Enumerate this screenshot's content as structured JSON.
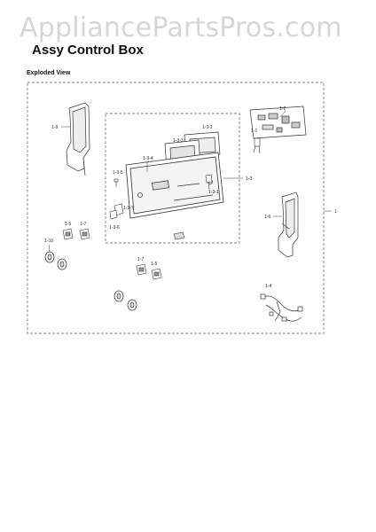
{
  "watermark": "AppliancePartsPros.com",
  "title": "Assy Control Box",
  "subtitle": "Exploded View",
  "callouts": {
    "c1": "1",
    "c1_1": "1-1",
    "c1_2": "1-2",
    "c1_3": "1-3",
    "c1_3_1": "1-3-1",
    "c1_3_2": "1-3-2",
    "c1_3_3": "1-3-3",
    "c1_3_4": "1-3-4",
    "c1_3_5": "1-3-5",
    "c1_3_6": "1-3-6",
    "c1_3_7": "1-3-7",
    "c1_4": "1-4",
    "c1_5a": "1-5",
    "c1_5b": "1-5",
    "c1_6": "1-6",
    "c1_7a": "1-7",
    "c1_7b": "1-7",
    "c1_9": "1-9",
    "c1_10": "1-10"
  }
}
